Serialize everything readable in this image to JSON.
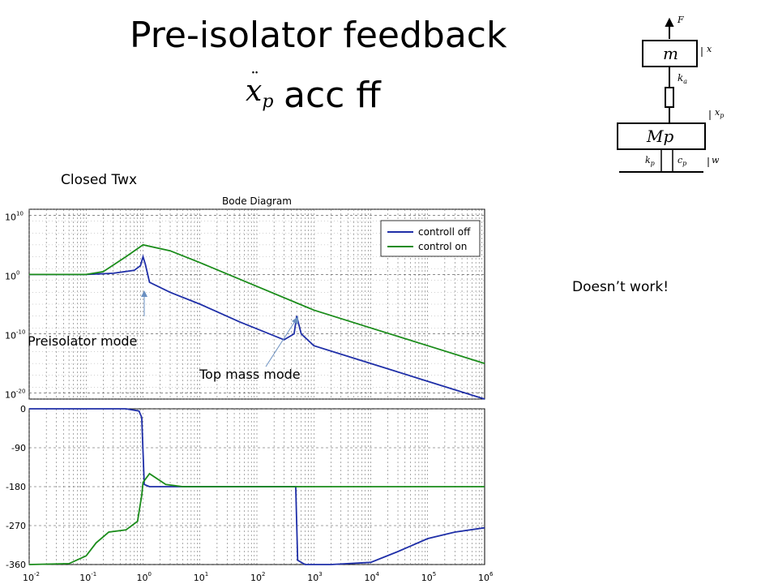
{
  "slide": {
    "title": "Pre-isolator feedback",
    "subtitle": "acc ff",
    "subtitle_symbol": "x",
    "subtitle_symbol_sub": "p",
    "closed_label": "Closed Twx",
    "note": "Doesn’t work!"
  },
  "diagram": {
    "labels": {
      "force": "F",
      "top_mass": "m",
      "top_pos": "x",
      "spring_a": "k",
      "spring_a_sub": "a",
      "pre_mass": "Mp",
      "pre_pos": "x",
      "pre_pos_sub": "p",
      "spring_p": "k",
      "spring_p_sub": "p",
      "damper_p": "c",
      "damper_p_sub": "p",
      "ground": "w"
    }
  },
  "chart_data": {
    "type": "line",
    "title": "Bode Diagram",
    "xscale": "log",
    "xlim": [
      0.01,
      1000000
    ],
    "x_ticks": [
      "-2",
      "-1",
      "0",
      "1",
      "2",
      "3",
      "4",
      "5",
      "6"
    ],
    "legend": {
      "placement": "top-right",
      "entries": [
        "controll off",
        "control on"
      ]
    },
    "colors": {
      "controll off": "#1f2fa8",
      "control on": "#1a8c1a"
    },
    "annotations": [
      "Preisolator mode",
      "Top mass mode"
    ],
    "magnitude": {
      "yscale": "log",
      "ylim": [
        1e-21,
        100000000000.0
      ],
      "y_ticks": [
        "10",
        "0",
        "-10",
        "-20"
      ],
      "series": [
        {
          "name": "controll off",
          "points": [
            [
              0.01,
              1
            ],
            [
              0.1,
              1
            ],
            [
              0.3,
              1.6
            ],
            [
              0.7,
              5
            ],
            [
              0.9,
              30
            ],
            [
              1.0,
              1000.0
            ],
            [
              1.1,
              50
            ],
            [
              1.3,
              0.05
            ],
            [
              3,
              0.001
            ],
            [
              10,
              1e-05
            ],
            [
              50,
              1e-08
            ],
            [
              300,
              1e-11
            ],
            [
              450,
              1e-10
            ],
            [
              500,
              1e-07
            ],
            [
              600,
              1e-10
            ],
            [
              1000,
              1e-12
            ],
            [
              10000,
              1e-15
            ],
            [
              100000,
              1e-18
            ],
            [
              1000000,
              1e-21
            ]
          ]
        },
        {
          "name": "control on",
          "points": [
            [
              0.01,
              1
            ],
            [
              0.1,
              1
            ],
            [
              0.2,
              3
            ],
            [
              0.5,
              1000.0
            ],
            [
              1.0,
              100000.0
            ],
            [
              3,
              10000.0
            ],
            [
              10,
              100.0
            ],
            [
              100,
              0.01
            ],
            [
              1000,
              1e-06
            ],
            [
              10000,
              1e-09
            ],
            [
              100000,
              1e-12
            ],
            [
              1000000,
              1e-15
            ]
          ]
        }
      ]
    },
    "phase": {
      "ylim": [
        -360,
        0
      ],
      "y_ticks": [
        "0",
        "-90",
        "-180",
        "-270",
        "-360"
      ],
      "series": [
        {
          "name": "controll off",
          "points": [
            [
              0.01,
              0
            ],
            [
              0.5,
              0
            ],
            [
              0.85,
              -5
            ],
            [
              0.95,
              -20
            ],
            [
              1.0,
              -100
            ],
            [
              1.05,
              -175
            ],
            [
              1.3,
              -180
            ],
            [
              450,
              -180
            ],
            [
              480,
              -180
            ],
            [
              520,
              -350
            ],
            [
              700,
              -360
            ],
            [
              2000,
              -360
            ],
            [
              10000,
              -355
            ],
            [
              30000,
              -330
            ],
            [
              100000,
              -300
            ],
            [
              300000,
              -285
            ],
            [
              1000000,
              -275
            ]
          ]
        },
        {
          "name": "control on",
          "points": [
            [
              0.01,
              -360
            ],
            [
              0.05,
              -358
            ],
            [
              0.1,
              -340
            ],
            [
              0.15,
              -310
            ],
            [
              0.25,
              -285
            ],
            [
              0.5,
              -280
            ],
            [
              0.8,
              -260
            ],
            [
              0.95,
              -200
            ],
            [
              1.0,
              -170
            ],
            [
              1.3,
              -150
            ],
            [
              2.5,
              -175
            ],
            [
              5,
              -180
            ],
            [
              1000000,
              -180
            ]
          ]
        }
      ]
    }
  }
}
